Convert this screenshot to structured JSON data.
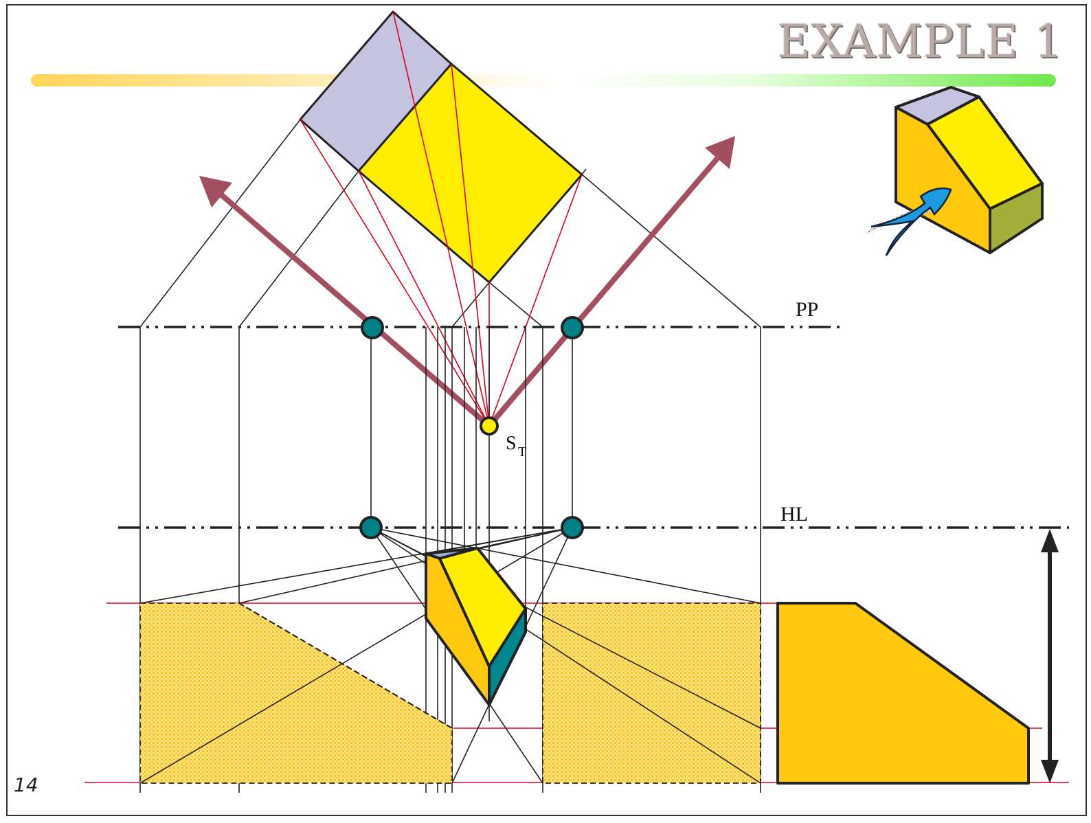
{
  "slide": {
    "title": "EXAMPLE 1",
    "page_number": "14"
  },
  "labels": {
    "picture_plane": "PP",
    "horizon_line": "HL",
    "station_point": "S",
    "station_point_subscript": "T"
  },
  "colors": {
    "yellow_face": "#FFEE00",
    "orange_face": "#FFC90E",
    "lavender_face": "#C5C3E0",
    "teal_face": "#00868F",
    "olive_face": "#A4AE3A",
    "vanishing_point": "#007F86",
    "arrow": "#A24F5F",
    "projector_red": "#E0001E",
    "title_bar_left": "#FFD55A",
    "title_bar_right": "#6EE84A"
  }
}
